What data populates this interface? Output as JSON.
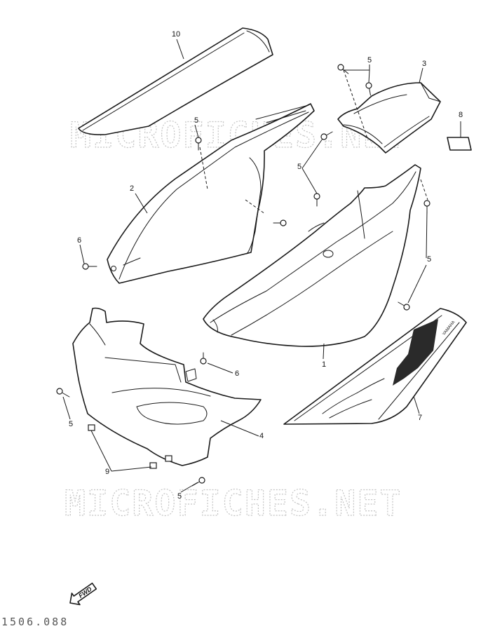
{
  "watermark": "MICROFICHES.NET",
  "reference_code": "1506.088",
  "fwd_label": "FWD",
  "callouts": {
    "c1": "1",
    "c2": "2",
    "c3": "3",
    "c4": "4",
    "c5a": "5",
    "c5b": "5",
    "c5c": "5",
    "c5d": "5",
    "c5e": "5",
    "c5f": "5",
    "c6a": "6",
    "c6b": "6",
    "c7": "7",
    "c8": "8",
    "c9": "9",
    "c10": "10"
  },
  "emblem_text": "YAMAHA"
}
